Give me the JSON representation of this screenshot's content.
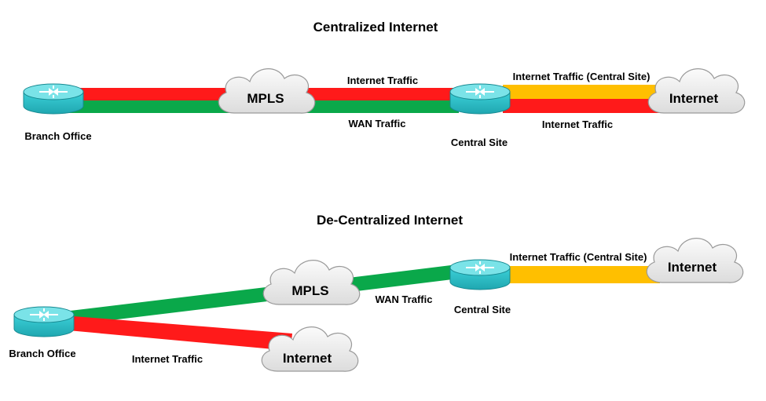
{
  "colors": {
    "internet_traffic": "#ff1a1a",
    "wan_traffic": "#0aa84a",
    "central_site_traffic": "#ffbf00",
    "router_body": "#2fc4cc",
    "router_top": "#6fe0e6",
    "cloud_fill": "#f2f2f2",
    "cloud_stroke": "#9a9a9a"
  },
  "centralized": {
    "title": "Centralized Internet",
    "branch_label": "Branch Office",
    "mpls_label": "MPLS",
    "central_label": "Central Site",
    "internet_label": "Internet",
    "internet_traffic_top": "Internet Traffic",
    "wan_traffic": "WAN Traffic",
    "internet_traffic_central": "Internet Traffic (Central Site)",
    "internet_traffic_bottom": "Internet Traffic"
  },
  "decentralized": {
    "title": "De-Centralized Internet",
    "branch_label": "Branch Office",
    "mpls_label": "MPLS",
    "central_label": "Central Site",
    "internet_label": "Internet",
    "internet_label_local": "Internet",
    "wan_traffic": "WAN Traffic",
    "internet_traffic_central": "Internet Traffic (Central Site)",
    "internet_traffic_local": "Internet Traffic"
  }
}
